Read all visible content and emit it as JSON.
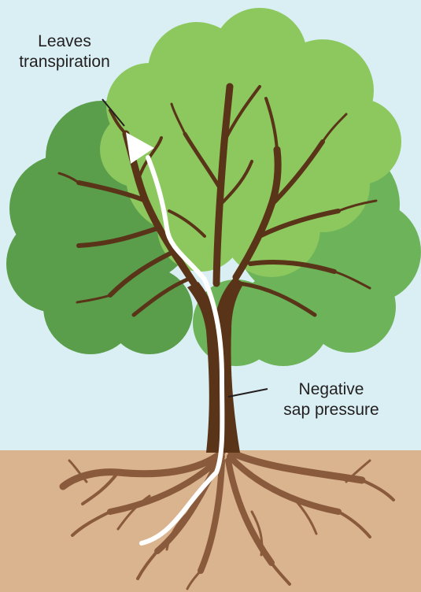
{
  "labels": {
    "leaves_line1": "Leaves",
    "leaves_line2": "transpiration",
    "sap_line1": "Negative",
    "sap_line2": "sap pressure"
  },
  "colors": {
    "sky": "#d9eff3",
    "soil": "#d9b48f",
    "foliage_dark": "#5a9e4b",
    "foliage_mid": "#6db35a",
    "foliage_light": "#8cc85e",
    "trunk": "#5a3419",
    "roots": "#8a5a3c",
    "flow_arrow": "#ffffff",
    "text": "#231f20"
  },
  "icons": {
    "arrow": "upward-flow-arrow",
    "tree": "tree-illustration"
  }
}
